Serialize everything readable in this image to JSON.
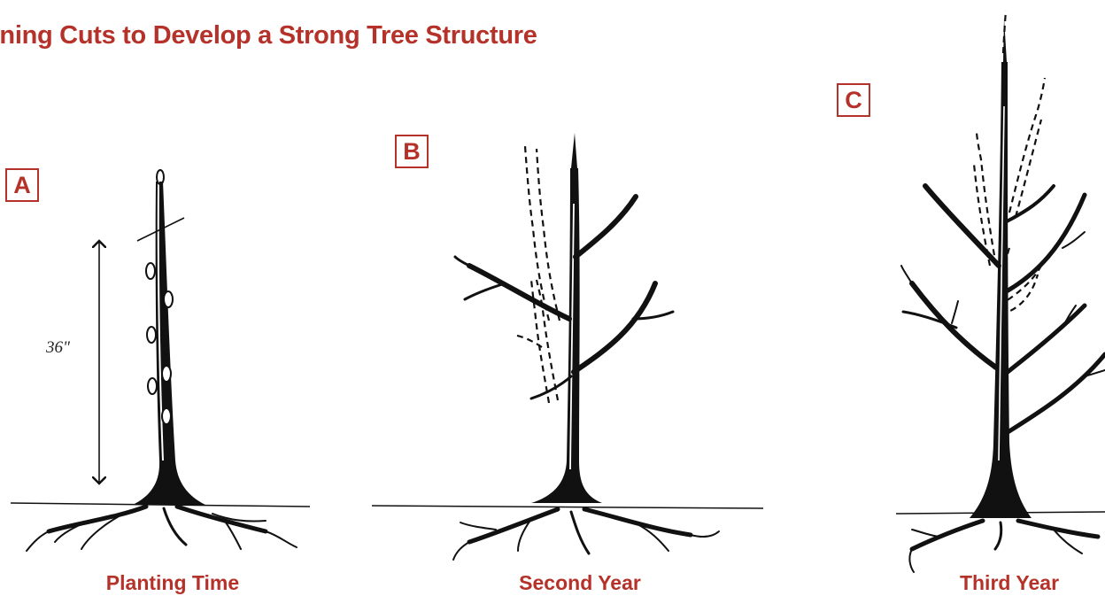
{
  "title": "uning Cuts to Develop a Strong Tree Structure",
  "panels": [
    {
      "label": "A",
      "caption": "Planting Time",
      "measurement": "36\""
    },
    {
      "label": "B",
      "caption": "Second Year"
    },
    {
      "label": "C",
      "caption": "Third Year"
    }
  ],
  "colors": {
    "accent": "#b5322a",
    "ink": "#111111"
  }
}
